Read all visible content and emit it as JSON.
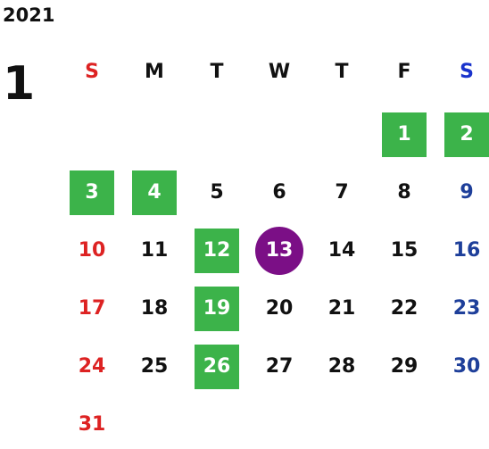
{
  "calendar": {
    "year": "2021",
    "month": "1",
    "weekdays": [
      {
        "label": "S",
        "color": "#dd2222"
      },
      {
        "label": "M",
        "color": "#111111"
      },
      {
        "label": "T",
        "color": "#111111"
      },
      {
        "label": "W",
        "color": "#111111"
      },
      {
        "label": "T",
        "color": "#111111"
      },
      {
        "label": "F",
        "color": "#111111"
      },
      {
        "label": "S",
        "color": "#1a33cc"
      }
    ],
    "start_weekday_index": 5,
    "days": [
      {
        "day": "1",
        "highlight": "green"
      },
      {
        "day": "2",
        "highlight": "green"
      },
      {
        "day": "3",
        "highlight": "green"
      },
      {
        "day": "4",
        "highlight": "green"
      },
      {
        "day": "5"
      },
      {
        "day": "6"
      },
      {
        "day": "7"
      },
      {
        "day": "8"
      },
      {
        "day": "9"
      },
      {
        "day": "10"
      },
      {
        "day": "11"
      },
      {
        "day": "12",
        "highlight": "green"
      },
      {
        "day": "13",
        "highlight": "today"
      },
      {
        "day": "14"
      },
      {
        "day": "15"
      },
      {
        "day": "16"
      },
      {
        "day": "17"
      },
      {
        "day": "18"
      },
      {
        "day": "19",
        "highlight": "green"
      },
      {
        "day": "20"
      },
      {
        "day": "21"
      },
      {
        "day": "22"
      },
      {
        "day": "23"
      },
      {
        "day": "24"
      },
      {
        "day": "25"
      },
      {
        "day": "26",
        "highlight": "green"
      },
      {
        "day": "27"
      },
      {
        "day": "28"
      },
      {
        "day": "29"
      },
      {
        "day": "30"
      },
      {
        "day": "31"
      }
    ]
  },
  "colors": {
    "sunday_text": "#dd2222",
    "saturday_text": "#1e3f9a",
    "weekday_text": "#111111",
    "highlight_green": "#3cb34a",
    "highlight_today": "#7b0f86",
    "highlight_text": "#ffffff"
  }
}
